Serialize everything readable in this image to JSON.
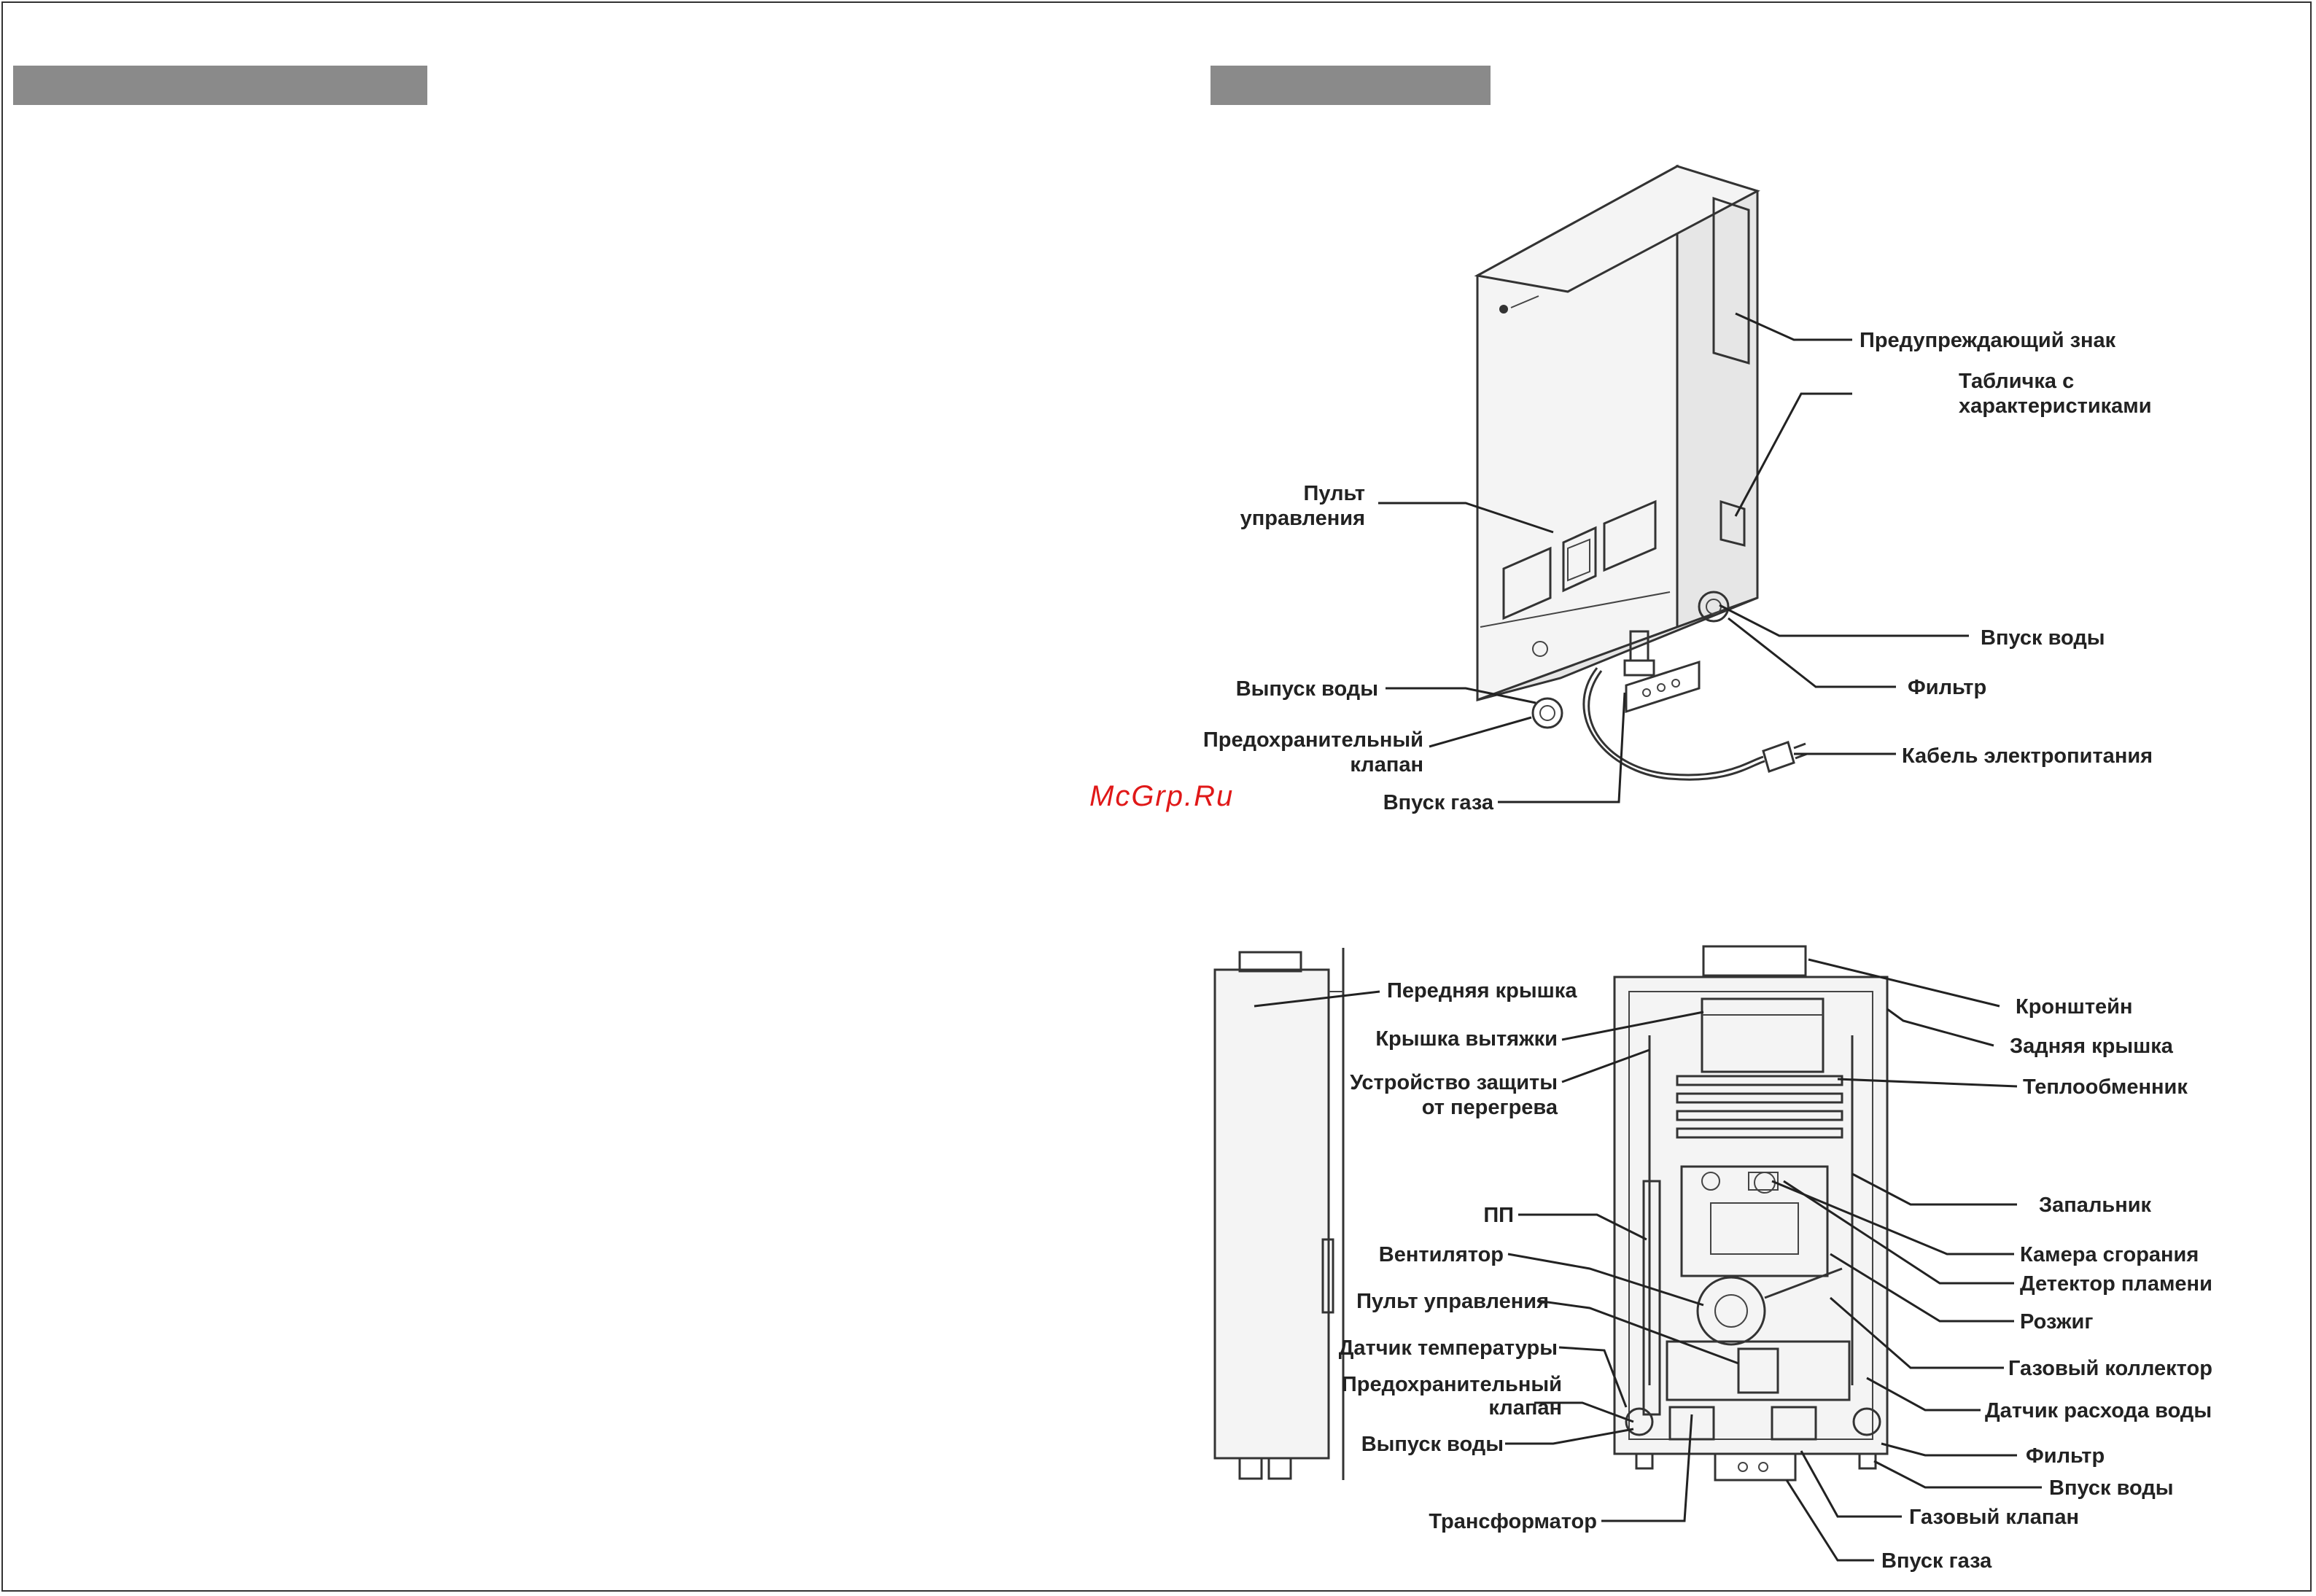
{
  "watermark": "McGrp.Ru",
  "top_diagram": {
    "labels": {
      "warning_sign": "Предупреждающий знак",
      "rating_plate_1": "Табличка с",
      "rating_plate_2": "характеристиками",
      "control_panel_1": "Пульт",
      "control_panel_2": "управления",
      "water_inlet": "Впуск воды",
      "filter": "Фильтр",
      "water_outlet": "Выпуск воды",
      "safety_valve_1": "Предохранительный",
      "safety_valve_2": "клапан",
      "power_cable": "Кабель электропитания",
      "gas_inlet": "Впуск газа"
    }
  },
  "bottom_diagram": {
    "labels": {
      "front_cover": "Передняя крышка",
      "exhaust_cover": "Крышка вытяжки",
      "overheat_1": "Устройство защиты",
      "overheat_2": "от перегрева",
      "pp": "ПП",
      "fan": "Вентилятор",
      "control_panel": "Пульт управления",
      "temp_sensor": "Датчик температуры",
      "safety_valve_1": "Предохранительный",
      "safety_valve_2": "клапан",
      "water_outlet": "Выпуск воды",
      "transformer": "Трансформатор",
      "bracket": "Кронштейн",
      "back_cover": "Задняя крышка",
      "heat_exchanger": "Теплообменник",
      "pilot": "Запальник",
      "combustion_chamber": "Камера сгорания",
      "flame_detector": "Детектор пламени",
      "ignition": "Розжиг",
      "gas_manifold": "Газовый коллектор",
      "flow_sensor": "Датчик расхода воды",
      "filter": "Фильтр",
      "water_inlet": "Впуск воды",
      "gas_valve": "Газовый клапан",
      "gas_inlet": "Впуск газа"
    }
  }
}
